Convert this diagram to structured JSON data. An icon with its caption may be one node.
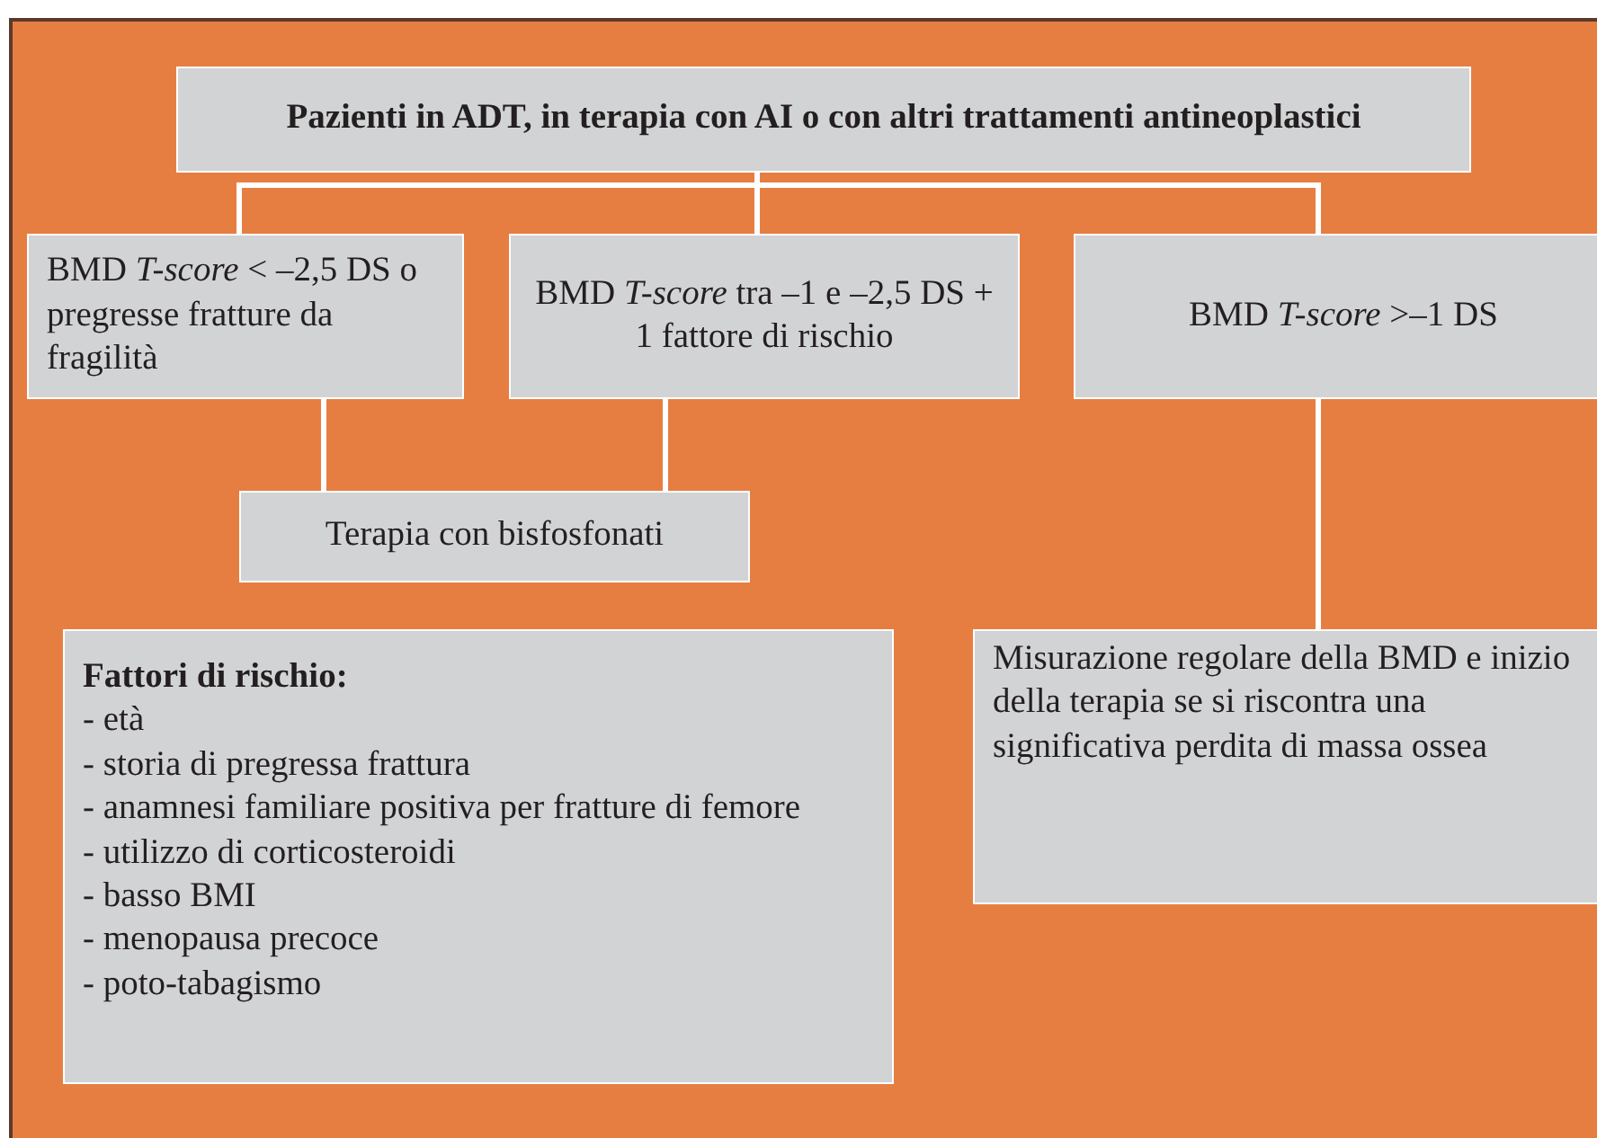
{
  "diagram": {
    "nodes": [
      {
        "text": [
          "Pazienti in ADT, in terapia con AI o con altri trattamenti antineoplastici"
        ]
      },
      {
        "text": [
          "BMD *T-score* < –2,5 DS o pregresse fratture da fragilità"
        ]
      },
      {
        "text": [
          "BMD *T-score* tra –1 e –2,5 DS + 1 fattore di rischio"
        ]
      },
      {
        "text": [
          "BMD *T-score* >–1 DS"
        ]
      },
      {
        "text": [
          "Terapia con bisfosfonati"
        ]
      },
      {
        "text": [
          "Fattori di rischio:",
          "- età",
          "- storia di pregressa frattura",
          "- anamnesi familiare positiva per fratture di femore",
          "- utilizzo di corticosteroidi",
          "- basso BMI",
          "- menopausa precoce",
          "- poto-tabagismo"
        ]
      },
      {
        "text": [
          "Misurazione regolare della BMD e inizio della terapia se si riscontra una significativa perdita di massa ossea"
        ]
      }
    ],
    "edges": [
      {
        "from": 0,
        "to": 1,
        "arrow": "none"
      },
      {
        "from": 0,
        "to": 2,
        "arrow": "none"
      },
      {
        "from": 0,
        "to": 3,
        "arrow": "none"
      },
      {
        "from": 1,
        "to": 4,
        "arrow": "none"
      },
      {
        "from": 2,
        "to": 4,
        "arrow": "none"
      },
      {
        "from": 3,
        "to": 6,
        "arrow": "none"
      }
    ]
  }
}
